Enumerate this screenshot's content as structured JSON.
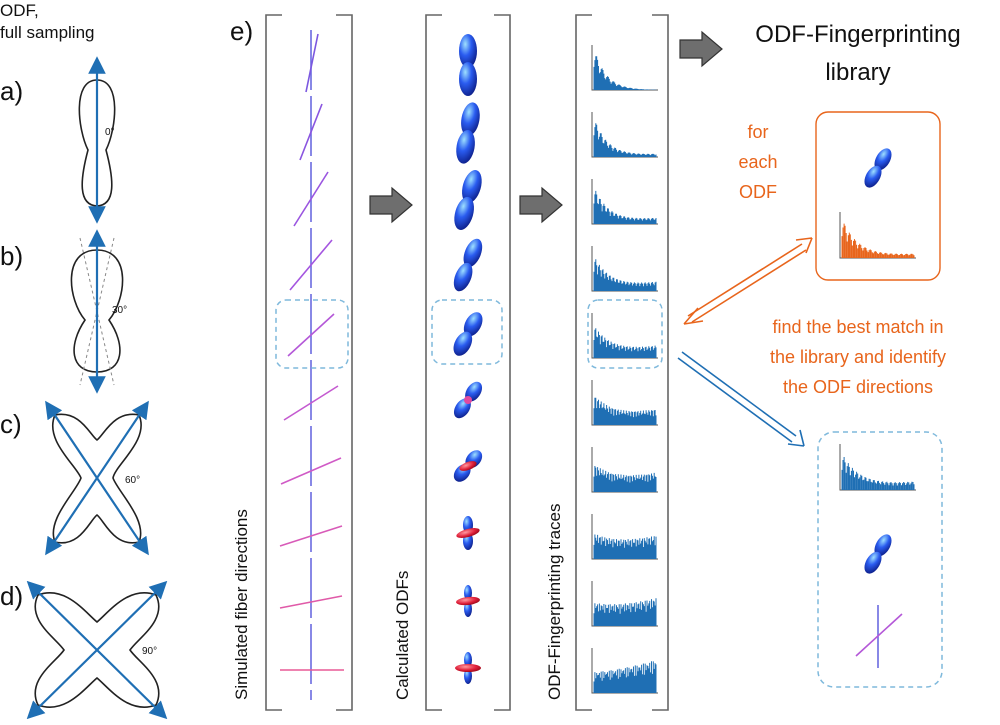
{
  "odf_header": [
    "ODF,",
    "full sampling"
  ],
  "panels": [
    {
      "letter": "a)",
      "angle": "0°"
    },
    {
      "letter": "b)",
      "angle": "30°"
    },
    {
      "letter": "c)",
      "angle": "60°"
    },
    {
      "letter": "d)",
      "angle": "90°"
    }
  ],
  "panel_e": {
    "letter": "e)"
  },
  "columns": {
    "fibers_label": "Simulated fiber directions",
    "odfs_label": "Calculated ODFs",
    "traces_label": "ODF-Fingerprinting traces"
  },
  "library_title": [
    "ODF-Fingerprinting",
    "library"
  ],
  "for_each_odf": [
    "for",
    "each",
    "ODF"
  ],
  "best_match": [
    "find the best match in",
    "the library and identify",
    "the ODF directions"
  ],
  "colors": {
    "blue": "#1f6fb4",
    "orange": "#e8651c",
    "purple": "#8a4fe0",
    "dashed": "#7fb9dc",
    "arrow": "#6e6e6e"
  }
}
